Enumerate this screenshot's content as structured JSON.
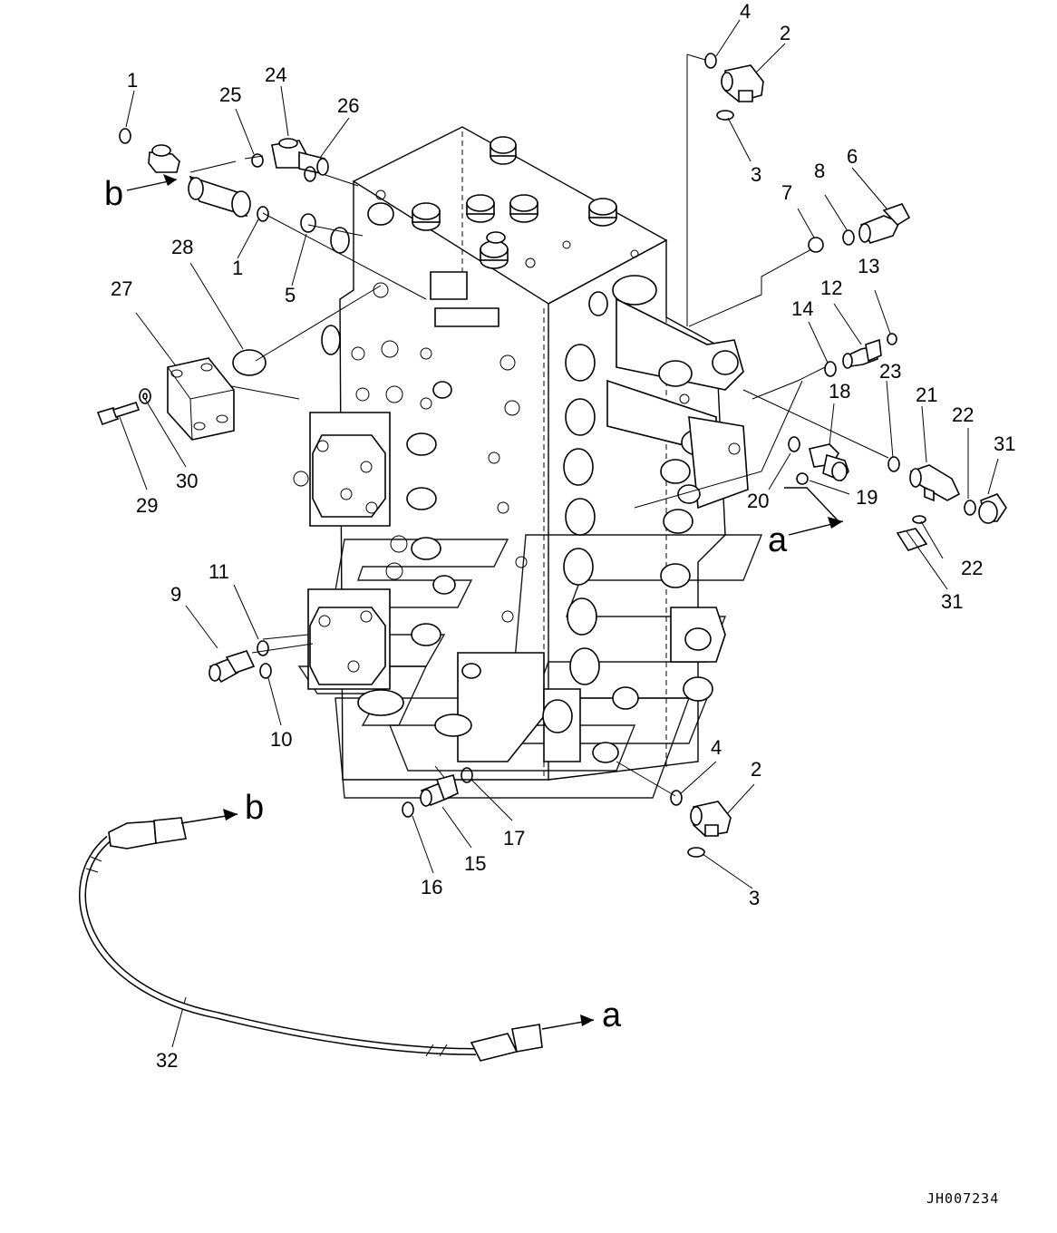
{
  "diagram": {
    "callouts": [
      {
        "id": "c1a",
        "text": "1"
      },
      {
        "id": "c1b",
        "text": "1"
      },
      {
        "id": "c2a",
        "text": "2"
      },
      {
        "id": "c2b",
        "text": "2"
      },
      {
        "id": "c3a",
        "text": "3"
      },
      {
        "id": "c3b",
        "text": "3"
      },
      {
        "id": "c4a",
        "text": "4"
      },
      {
        "id": "c4b",
        "text": "4"
      },
      {
        "id": "c5",
        "text": "5"
      },
      {
        "id": "c6",
        "text": "6"
      },
      {
        "id": "c7",
        "text": "7"
      },
      {
        "id": "c8",
        "text": "8"
      },
      {
        "id": "c9",
        "text": "9"
      },
      {
        "id": "c10",
        "text": "10"
      },
      {
        "id": "c11",
        "text": "11"
      },
      {
        "id": "c12",
        "text": "12"
      },
      {
        "id": "c13",
        "text": "13"
      },
      {
        "id": "c14",
        "text": "14"
      },
      {
        "id": "c15",
        "text": "15"
      },
      {
        "id": "c16",
        "text": "16"
      },
      {
        "id": "c17",
        "text": "17"
      },
      {
        "id": "c18",
        "text": "18"
      },
      {
        "id": "c19",
        "text": "19"
      },
      {
        "id": "c20",
        "text": "20"
      },
      {
        "id": "c21",
        "text": "21"
      },
      {
        "id": "c22a",
        "text": "22"
      },
      {
        "id": "c22b",
        "text": "22"
      },
      {
        "id": "c23",
        "text": "23"
      },
      {
        "id": "c24",
        "text": "24"
      },
      {
        "id": "c25",
        "text": "25"
      },
      {
        "id": "c26",
        "text": "26"
      },
      {
        "id": "c27",
        "text": "27"
      },
      {
        "id": "c28",
        "text": "28"
      },
      {
        "id": "c29",
        "text": "29"
      },
      {
        "id": "c30",
        "text": "30"
      },
      {
        "id": "c31a",
        "text": "31"
      },
      {
        "id": "c31b",
        "text": "31"
      },
      {
        "id": "c32",
        "text": "32"
      }
    ],
    "connection_labels": [
      {
        "id": "b-top",
        "text": "b"
      },
      {
        "id": "a-right",
        "text": "a"
      },
      {
        "id": "b-hose",
        "text": "b"
      },
      {
        "id": "a-hose",
        "text": "a"
      }
    ],
    "drawing_code": "JH007234"
  }
}
